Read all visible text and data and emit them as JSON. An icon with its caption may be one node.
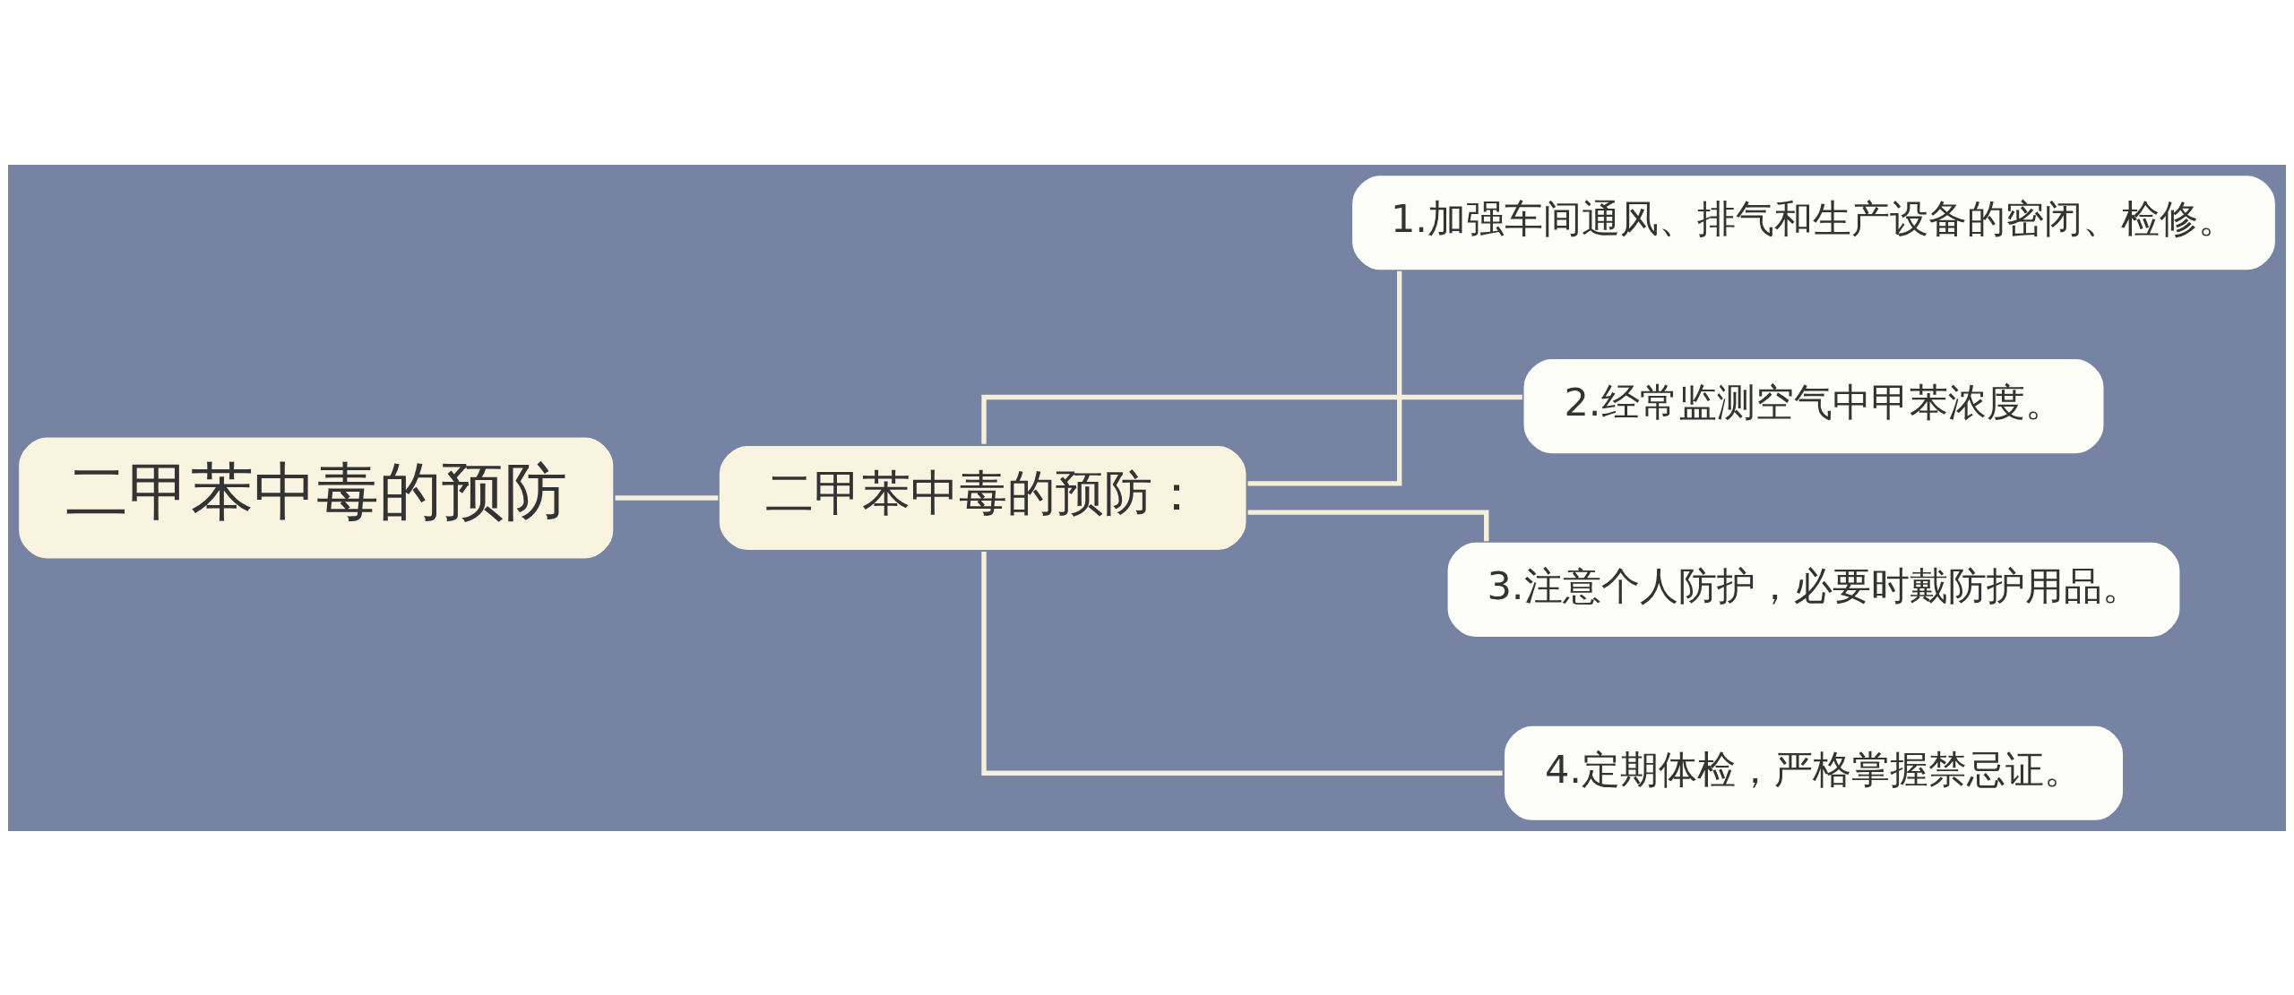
{
  "diagram": {
    "nodes": [
      {
        "text": [
          "二甲苯中毒的预防"
        ]
      },
      {
        "text": [
          "二甲苯中毒的预防："
        ]
      },
      {
        "text": [
          "1.加强车间通风、排气和生产设备的密闭、检修。"
        ]
      },
      {
        "text": [
          "2.经常监测空气中甲苯浓度。"
        ]
      },
      {
        "text": [
          "3.注意个人防护，必要时戴防护用品。"
        ]
      },
      {
        "text": [
          "4.定期体检，严格掌握禁忌证。"
        ]
      }
    ],
    "edges": [
      {
        "from": 0,
        "to": 1,
        "arrow": "none"
      },
      {
        "from": 1,
        "to": 2,
        "arrow": "none"
      },
      {
        "from": 1,
        "to": 3,
        "arrow": "none"
      },
      {
        "from": 1,
        "to": 4,
        "arrow": "none"
      },
      {
        "from": 1,
        "to": 5,
        "arrow": "none"
      }
    ]
  }
}
